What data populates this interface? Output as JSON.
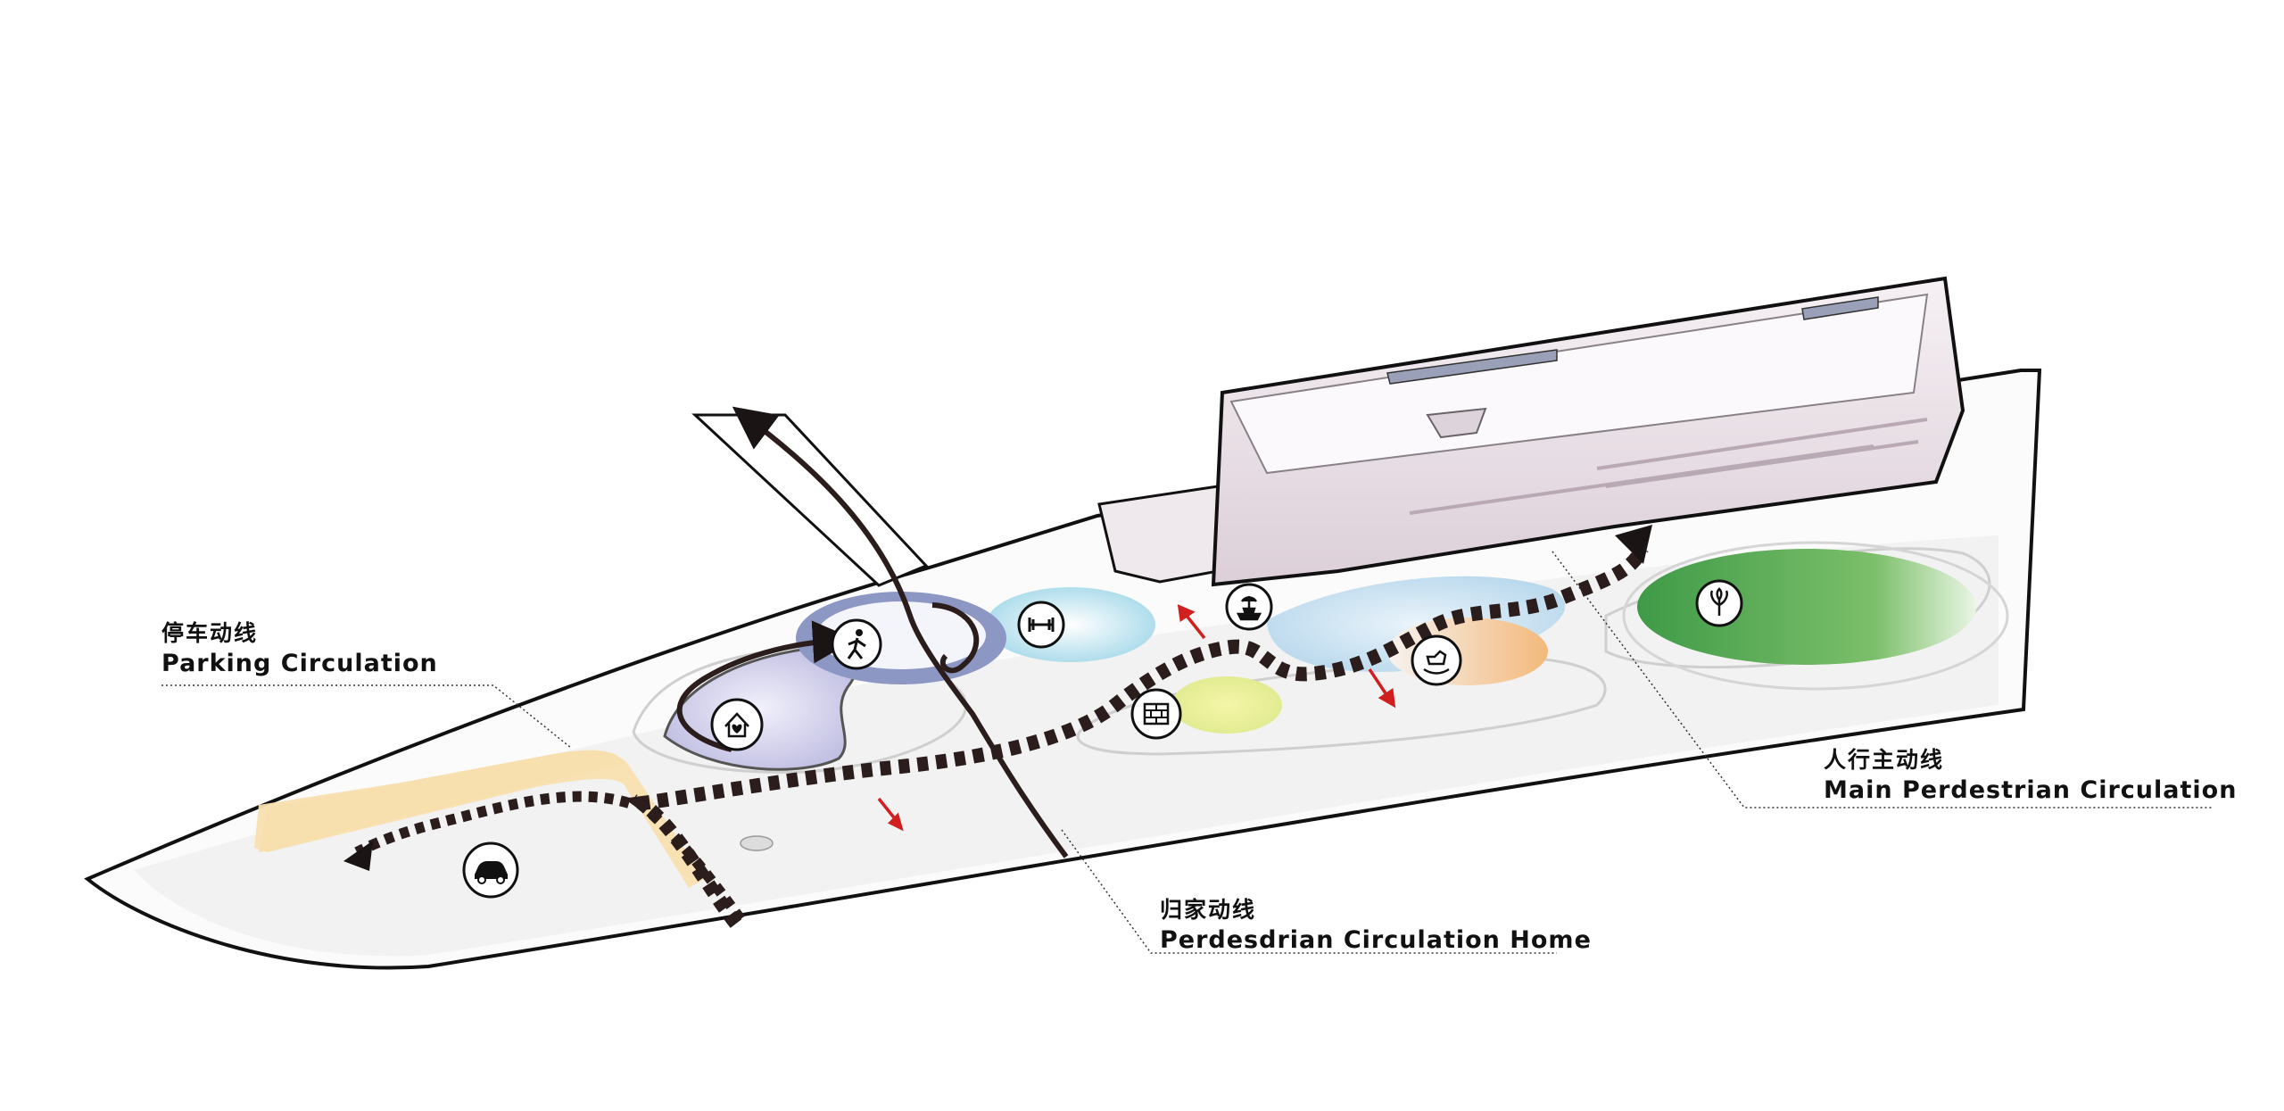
{
  "labels": {
    "parking": {
      "zh": "停车动线",
      "en": "Parking Circulation"
    },
    "home": {
      "zh": "归家动线",
      "en": "Perdesdrian Circulation Home"
    },
    "main": {
      "zh": "人行主动线",
      "en": "Main Perdestrian Circulation"
    }
  },
  "icons": [
    "walking-person-icon",
    "dumbbell-icon",
    "fountain-icon",
    "rocking-horse-icon",
    "plant-icon",
    "brick-wall-icon",
    "home-heart-icon",
    "car-icon"
  ],
  "colors": {
    "site_outline": "#111111",
    "main_path": "#2a1d1b",
    "parking_zone": "#f8dfae",
    "building": "#e9dde5",
    "lawn": "#5aa558",
    "pool": "#b9e2ee",
    "pond": "#cfe3f0",
    "playground": "#f2c08a",
    "sand_garden": "#e9ee9a",
    "plaza": "#c9c7e4",
    "ring": "#8c97c4",
    "red_arrow": "#d11f1f"
  }
}
